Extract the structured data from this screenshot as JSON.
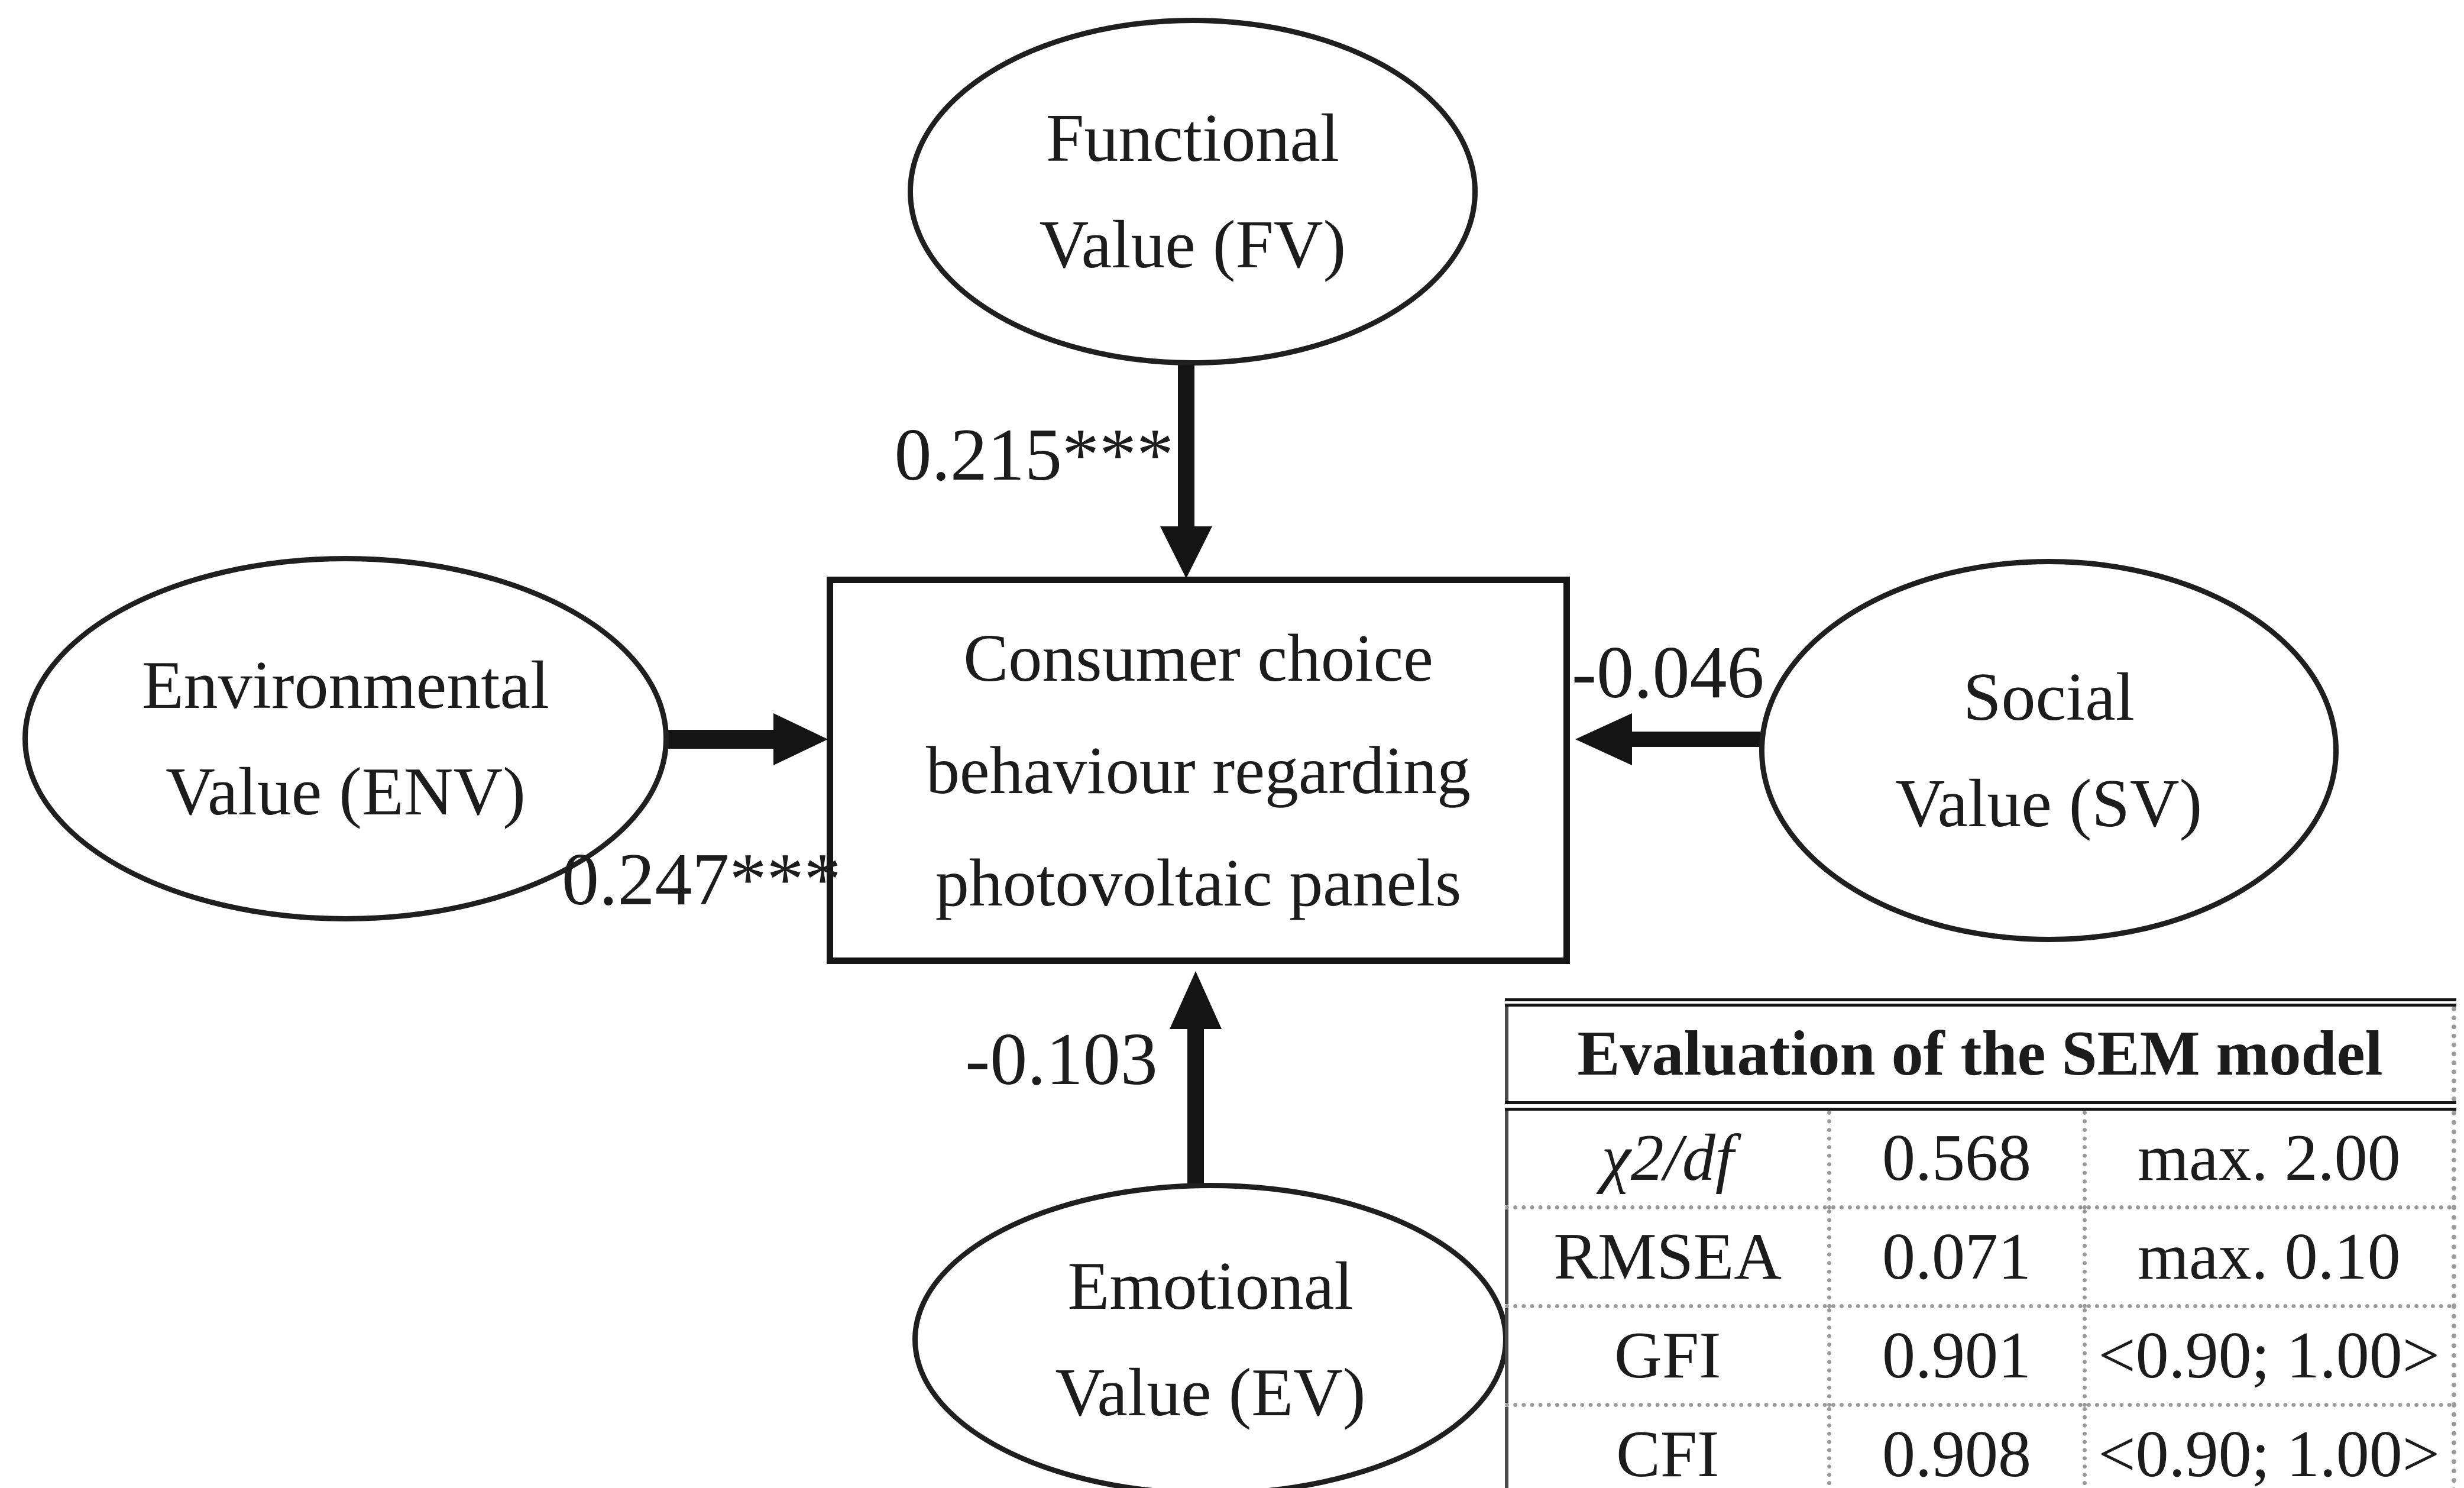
{
  "diagram": {
    "nodes": {
      "functional": {
        "line1": "Functional",
        "line2": "Value (FV)"
      },
      "environmental": {
        "line1": "Environmental",
        "line2": "Value (ENV)"
      },
      "social": {
        "line1": "Social",
        "line2": "Value (SV)"
      },
      "emotional": {
        "line1": "Emotional",
        "line2": "Value (EV)"
      },
      "outcome": {
        "line1": "Consumer choice",
        "line2": "behaviour regarding",
        "line3": "photovoltaic panels"
      }
    },
    "paths": [
      {
        "from": "Functional Value (FV)",
        "to": "Consumer choice behaviour",
        "coefficient": "0.215***"
      },
      {
        "from": "Environmental Value (ENV)",
        "to": "Consumer choice behaviour",
        "coefficient": "0.247***"
      },
      {
        "from": "Social Value (SV)",
        "to": "Consumer choice behaviour",
        "coefficient": "-0.046"
      },
      {
        "from": "Emotional Value (EV)",
        "to": "Consumer choice behaviour",
        "coefficient": "-0.103"
      }
    ]
  },
  "table": {
    "title": "Evaluation of the SEM model",
    "rows": [
      {
        "metric": "χ2/df",
        "value": "0.568",
        "criterion": "max. 2.00"
      },
      {
        "metric": "RMSEA",
        "value": "0.071",
        "criterion": "max. 0.10"
      },
      {
        "metric": "GFI",
        "value": "0.901",
        "criterion": "<0.90; 1.00>"
      },
      {
        "metric": "CFI",
        "value": "0.908",
        "criterion": "<0.90; 1.00>"
      }
    ]
  },
  "colors": {
    "ink": "#1c1c1c",
    "arrow": "#141414",
    "divider_gray": "#9a9a9a",
    "background": "#ffffff"
  }
}
